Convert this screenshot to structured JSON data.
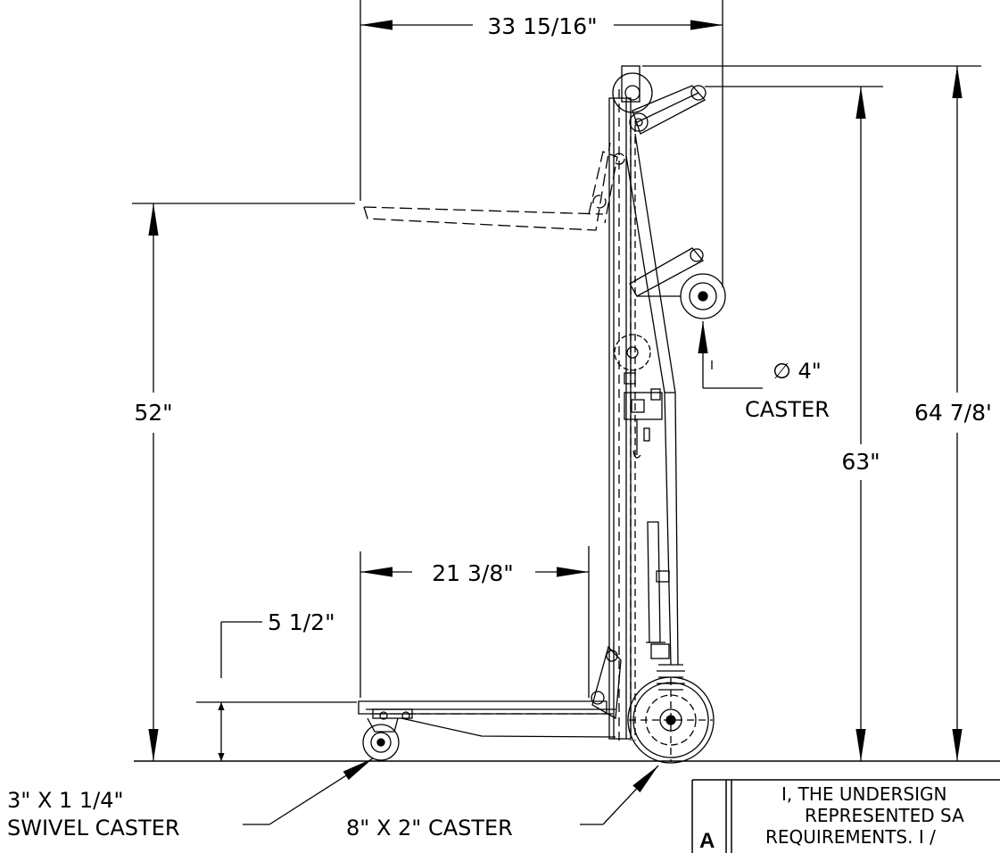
{
  "dimensions": {
    "overall_width": "33 15/16\"",
    "height_to_platform": "52\"",
    "handle_height": "63\"",
    "overall_height": "64 7/8'",
    "base_length": "21 3/8\"",
    "base_height": "5 1/2\""
  },
  "callouts": {
    "small_caster_symbol": "∅ 4\"",
    "small_caster_label": "CASTER",
    "swivel_caster_line1": "3\" X 1 1/4\"",
    "swivel_caster_line2": "SWIVEL CASTER",
    "large_caster": "8\" X 2\" CASTER"
  },
  "title_block": {
    "revision_letter": "A",
    "statement_line1": "I, THE UNDERSIGN",
    "statement_line2": "REPRESENTED SA",
    "statement_line3": "REQUIREMENTS. I /"
  },
  "colors": {
    "line": "#000000",
    "background": "#ffffff"
  }
}
